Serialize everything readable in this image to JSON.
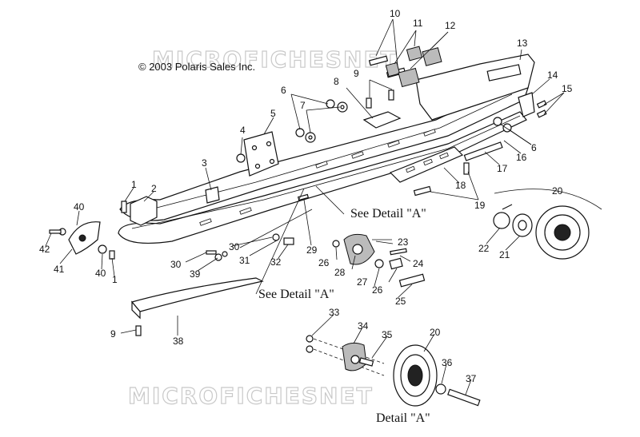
{
  "copyright": "© 2003 Polaris Sales Inc.",
  "watermark": "MICROFICHESNET",
  "detail_labels": {
    "upper": "See Detail \"A\"",
    "lower": "See Detail \"A\"",
    "detail": "Detail \"A\""
  },
  "callouts": {
    "c1a": "1",
    "c1b": "1",
    "c2": "2",
    "c3": "3",
    "c4": "4",
    "c5": "5",
    "c6a": "6",
    "c6b": "6",
    "c7": "7",
    "c8": "8",
    "c9a": "9",
    "c9b": "9",
    "c10": "10",
    "c11": "11",
    "c12": "12",
    "c13": "13",
    "c14": "14",
    "c15": "15",
    "c16": "16",
    "c17": "17",
    "c18": "18",
    "c19": "19",
    "c20a": "20",
    "c20b": "20",
    "c21": "21",
    "c22": "22",
    "c23": "23",
    "c24": "24",
    "c25": "25",
    "c26a": "26",
    "c26b": "26",
    "c27": "27",
    "c28": "28",
    "c29": "29",
    "c30a": "30",
    "c30b": "30",
    "c31": "31",
    "c32": "32",
    "c33": "33",
    "c34": "34",
    "c35": "35",
    "c36": "36",
    "c37": "37",
    "c38": "38",
    "c39": "39",
    "c40a": "40",
    "c40b": "40",
    "c41": "41",
    "c42": "42"
  }
}
